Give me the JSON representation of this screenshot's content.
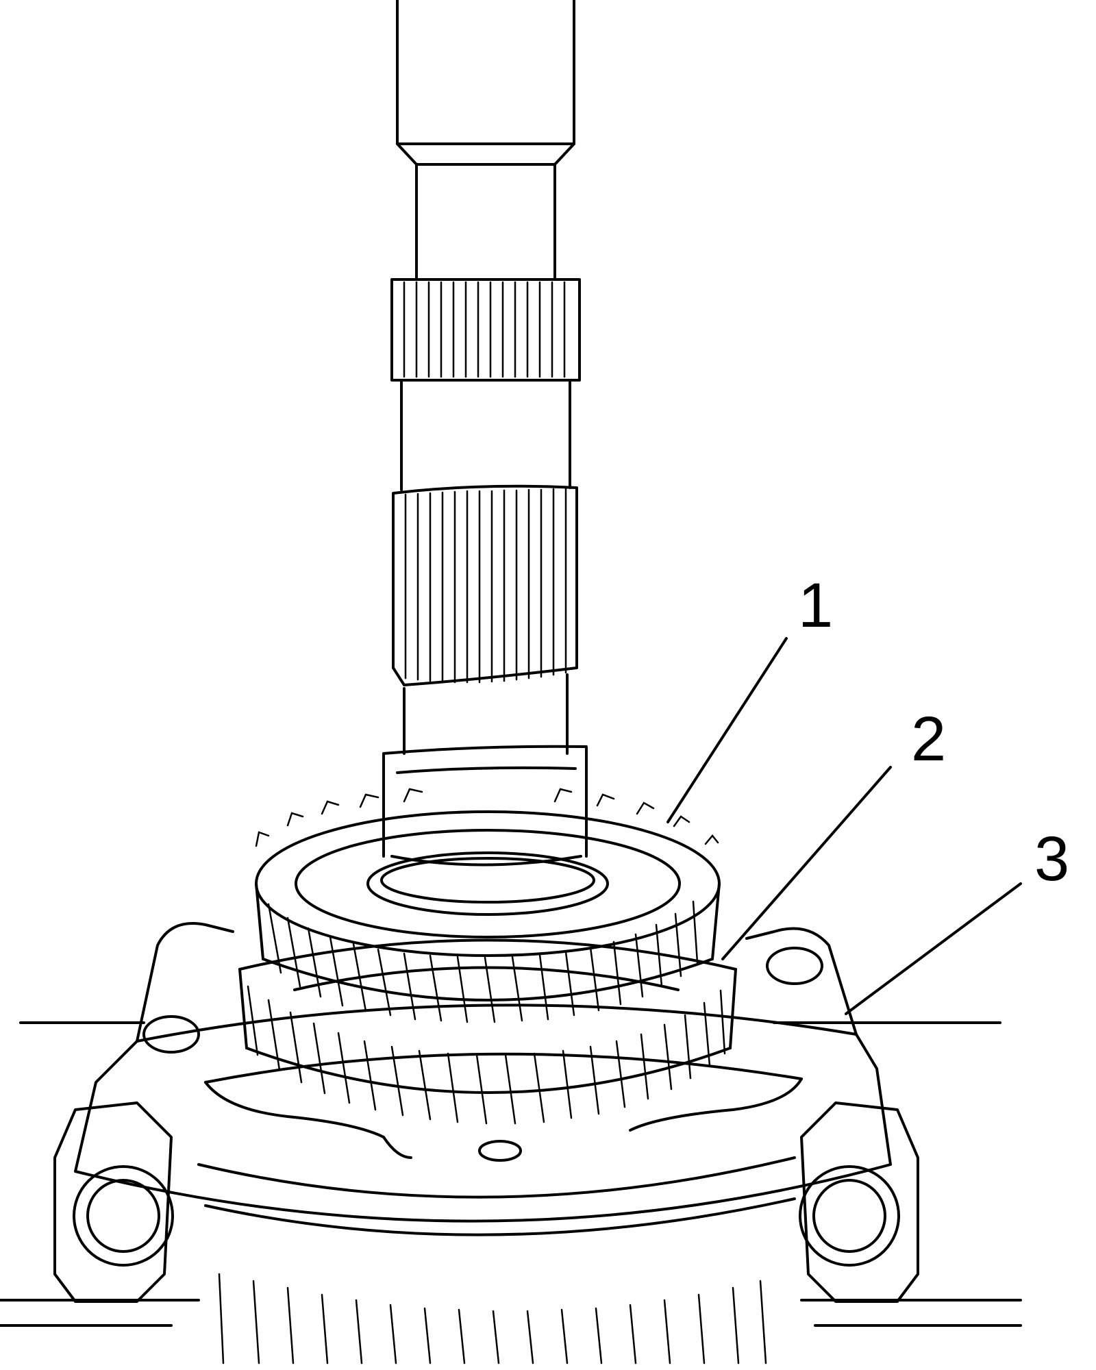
{
  "figure": {
    "callouts": [
      {
        "id": "1",
        "label": "1"
      },
      {
        "id": "2",
        "label": "2"
      },
      {
        "id": "3",
        "label": "3"
      }
    ]
  },
  "colors": {
    "line": "#000000",
    "background": "#ffffff"
  }
}
